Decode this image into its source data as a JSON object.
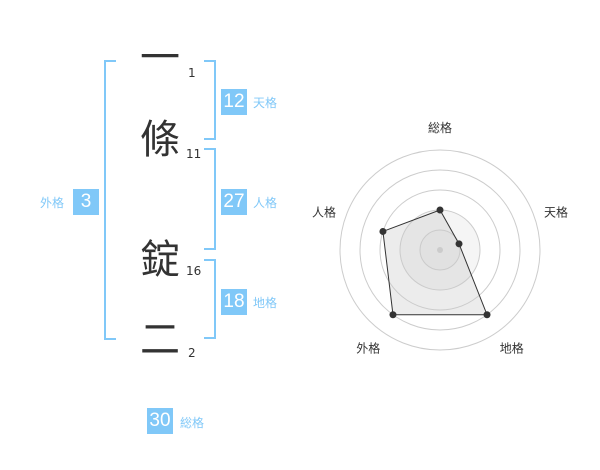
{
  "characters": [
    {
      "char": "一",
      "strokes": "1"
    },
    {
      "char": "條",
      "strokes": "11"
    },
    {
      "char": "錠",
      "strokes": "16"
    },
    {
      "char": "二",
      "strokes": "2"
    }
  ],
  "kaku": {
    "ten": {
      "value": "12",
      "label": "天格"
    },
    "jin": {
      "value": "27",
      "label": "人格"
    },
    "chi": {
      "value": "18",
      "label": "地格"
    },
    "gai": {
      "value": "3",
      "label": "外格"
    },
    "sou": {
      "value": "30",
      "label": "総格"
    }
  },
  "chart_data": {
    "type": "radar",
    "axes": [
      "総格",
      "天格",
      "地格",
      "外格",
      "人格"
    ],
    "values": [
      2,
      1,
      4,
      4,
      3
    ],
    "max": 5,
    "rings": 5,
    "colors": {
      "fill": "#eeeeee",
      "line": "#333333",
      "grid": "#cccccc",
      "center": "#cccccc"
    }
  }
}
